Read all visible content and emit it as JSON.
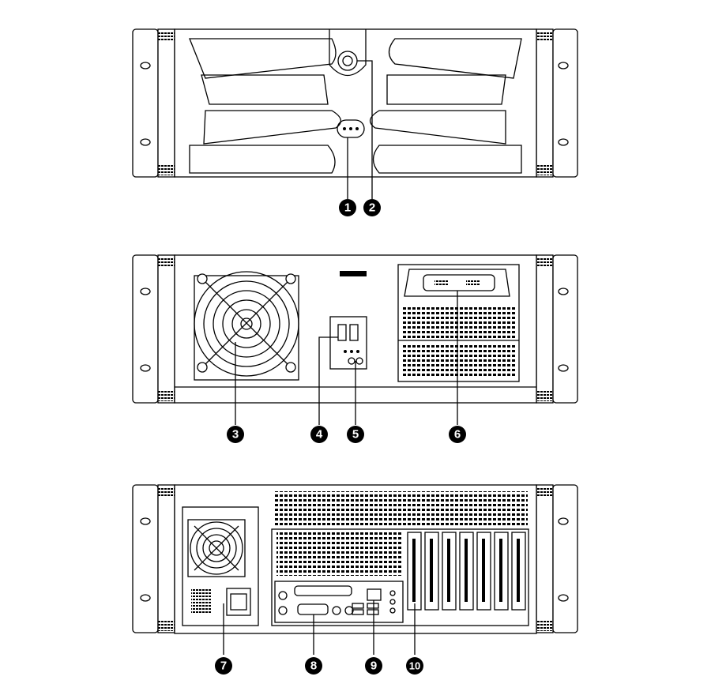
{
  "diagram": {
    "views": [
      "front-closed",
      "front-open",
      "rear"
    ],
    "callouts": [
      {
        "number": "1",
        "part": "status-leds"
      },
      {
        "number": "2",
        "part": "door-lock"
      },
      {
        "number": "3",
        "part": "front-fan"
      },
      {
        "number": "4",
        "part": "usb-ports"
      },
      {
        "number": "5",
        "part": "power-reset-leds"
      },
      {
        "number": "6",
        "part": "drive-bays"
      },
      {
        "number": "7",
        "part": "power-supply"
      },
      {
        "number": "8",
        "part": "io-ports"
      },
      {
        "number": "9",
        "part": "lan-usb-audio"
      },
      {
        "number": "10",
        "part": "expansion-slots"
      }
    ],
    "colors": {
      "line": "#000000",
      "background": "#ffffff"
    }
  }
}
